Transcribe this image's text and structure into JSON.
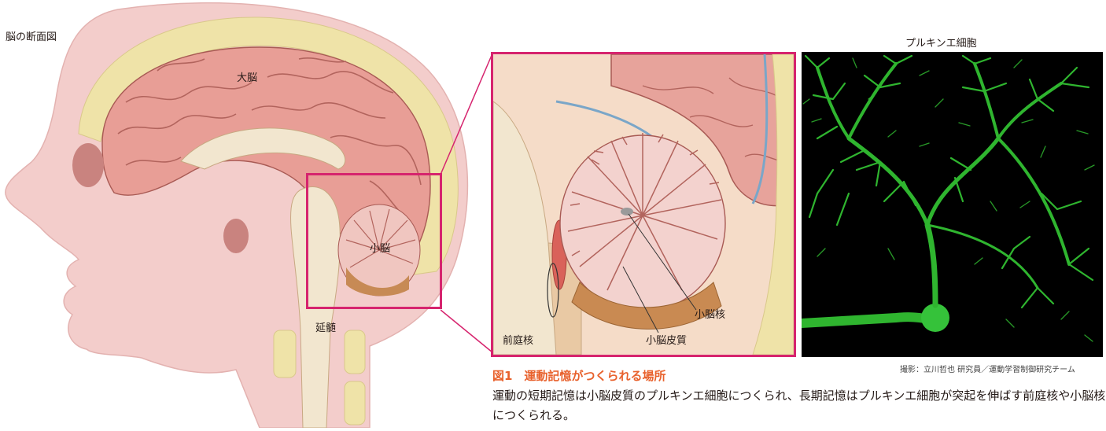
{
  "head_section": {
    "title": "脳の断面図",
    "labels": {
      "cerebrum": "大脳",
      "cerebellum": "小脳",
      "medulla": "延髄"
    }
  },
  "zoom_panel": {
    "labels": {
      "vestibular_nucleus": "前庭核",
      "cerebellar_cortex": "小脳皮質",
      "cerebellar_nucleus": "小脳核"
    },
    "frame_color": "#d6246e"
  },
  "purkinje_photo": {
    "title": "プルキンエ細胞",
    "credit": "撮影：立川哲也 研究員／運動学習制御研究チーム",
    "cell_color": "#35c23a"
  },
  "figure": {
    "title": "図1　運動記憶がつくられる場所",
    "caption": "運動の短期記憶は小脳皮質のプルキンエ細胞につくられ、長期記憶はプルキンエ細胞が突起を伸ばす前庭核や小脳核につくられる。",
    "title_color": "#e8612c"
  }
}
